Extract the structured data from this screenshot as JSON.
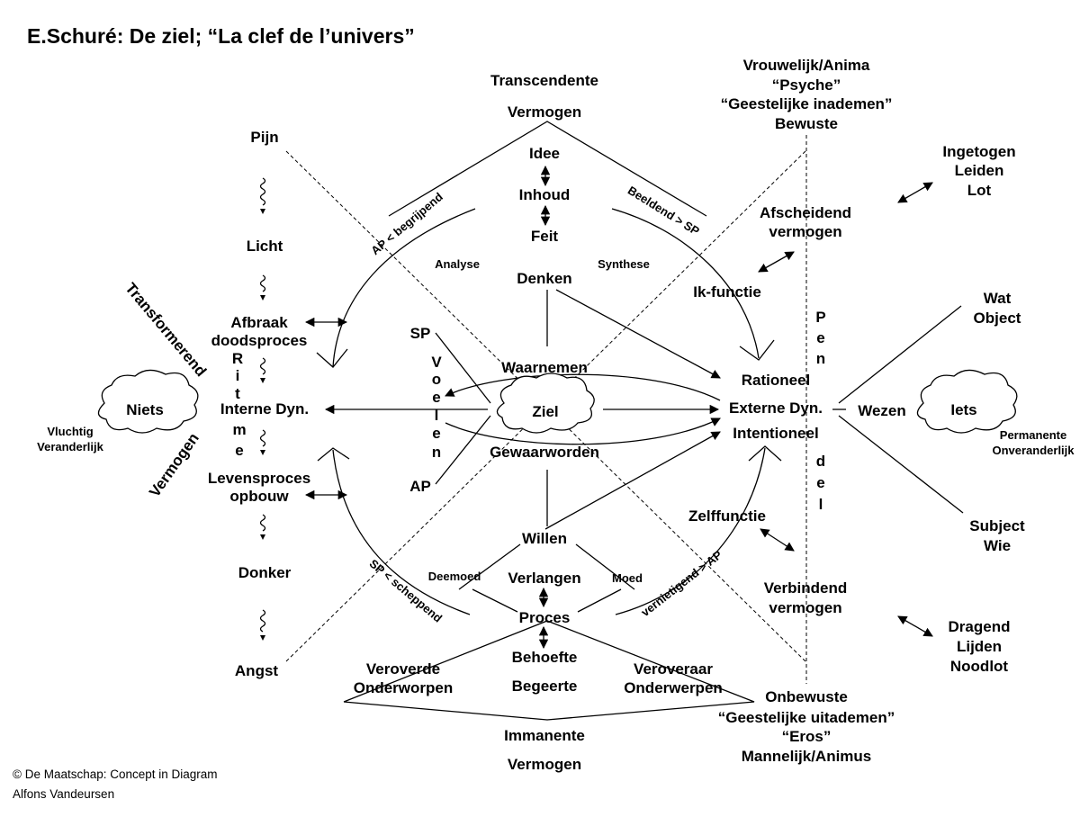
{
  "title": "E.Schuré: De ziel; “La clef de l’univers”",
  "footer": {
    "line1": "© De Maatschap: Concept in Diagram",
    "line2": "Alfons Vandeursen"
  },
  "top": {
    "transcendente": "Transcendente",
    "vermogen": "Vermogen",
    "idee": "Idee",
    "inhoud": "Inhoud",
    "feit": "Feit",
    "denken": "Denken",
    "analyse": "Analyse",
    "synthese": "Synthese",
    "ap_begrijpend": "AP < begrijpend",
    "beeldend_sp": "Beeldend > SP"
  },
  "bottom": {
    "immanente": "Immanente",
    "vermogen": "Vermogen",
    "willen": "Willen",
    "verlangen": "Verlangen",
    "proces": "Proces",
    "behoefte": "Behoefte",
    "begeerte": "Begeerte",
    "deemoed": "Deemoed",
    "moed": "Moed",
    "veroverde1": "Veroverde",
    "veroverde2": "Onderworpen",
    "veroveraar1": "Veroveraar",
    "veroveraar2": "Onderwerpen",
    "sp_scheppend": "SP < scheppend",
    "vernietigend_ap": "vernietigend > AP"
  },
  "left": {
    "pijn": "Pijn",
    "licht": "Licht",
    "afbraak1": "Afbraak",
    "afbraak2": "doodsproces",
    "interne": "Interne Dyn.",
    "levens1": "Levensproces",
    "levens2": "opbouw",
    "donker": "Donker",
    "angst": "Angst",
    "niets": "Niets",
    "vluchtig": "Vluchtig",
    "veranderlijk": "Veranderlijk",
    "transformerend": "Transformerend",
    "vermogen": "Vermogen",
    "ritme": [
      "R",
      "i",
      "t",
      "m",
      "e"
    ]
  },
  "center": {
    "ziel": "Ziel",
    "waarnemen": "Waarnemen",
    "gewaarworden": "Gewaarworden",
    "sp": "SP",
    "ap": "AP",
    "voelen": [
      "V",
      "o",
      "e",
      "l",
      "e",
      "n"
    ]
  },
  "right": {
    "rationeel": "Rationeel",
    "externe": "Externe Dyn.",
    "intentioneel": "Intentioneel",
    "ik_functie": "Ik-functie",
    "zelffunctie": "Zelffunctie",
    "afscheidend1": "Afscheidend",
    "afscheidend2": "vermogen",
    "verbindend1": "Verbindend",
    "verbindend2": "vermogen",
    "pendel": [
      "P",
      "e",
      "n",
      "d",
      "e",
      "l"
    ],
    "wezen": "Wezen",
    "iets": "Iets",
    "permanente": "Permanente",
    "onveranderlijk": "Onveranderlijk",
    "wat": "Wat",
    "object": "Object",
    "subject": "Subject",
    "wie": "Wie"
  },
  "topright": {
    "line1": "Vrouwelijk/Anima",
    "line2": "“Psyche”",
    "line3": "“Geestelijke inademen”",
    "line4": "Bewuste",
    "ingetogen": "Ingetogen",
    "leiden": "Leiden",
    "lot": "Lot"
  },
  "bottomright": {
    "line1": "Onbewuste",
    "line2": "“Geestelijke uitademen”",
    "line3": "“Eros”",
    "line4": "Mannelijk/Animus",
    "dragend": "Dragend",
    "lijden": "Lijden",
    "noodlot": "Noodlot"
  }
}
